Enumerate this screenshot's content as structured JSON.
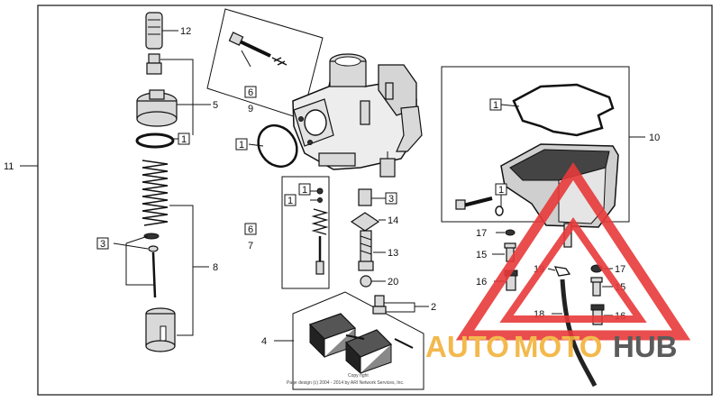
{
  "labels": {
    "p1": "1",
    "p2": "2",
    "p3": "3",
    "p4": "4",
    "p5": "5",
    "p6": "6",
    "p7": "7",
    "p8": "8",
    "p9": "9",
    "p10": "10",
    "p11": "11",
    "p12": "12",
    "p13": "13",
    "p14": "14",
    "p15": "15",
    "p16": "16",
    "p17": "17",
    "p18": "18",
    "p19": "19",
    "p20": "20"
  },
  "footer": {
    "line1": "Copy right",
    "line2": "Page design (c) 2004 - 2014 by ARI Network Services, Inc."
  },
  "watermark": {
    "auto": "AUTO",
    "moto": "MOTO",
    "hub": "HUB",
    "colors": {
      "auto": "#f2b23a",
      "moto": "#f2b23a",
      "hub": "#4a4a4a",
      "triangle": "#e83a3a"
    }
  }
}
